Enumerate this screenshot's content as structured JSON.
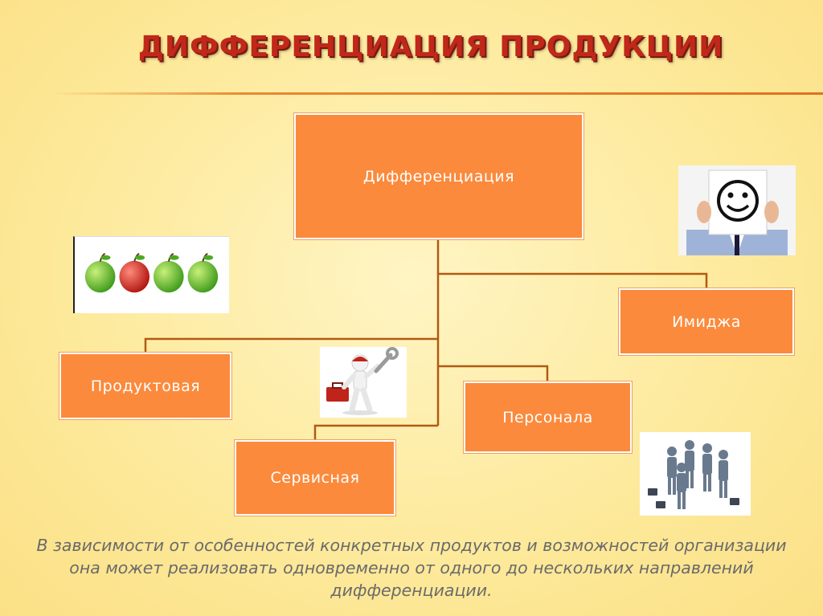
{
  "slide": {
    "title": "ДИФФЕРЕНЦИАЦИЯ ПРОДУКЦИИ",
    "footer": "В зависимости от особенностей конкретных продуктов и возможностей организации она может реализовать одновременно от одного до нескольких направлений дифференциации."
  },
  "diagram": {
    "root": "Дифференциация",
    "branches": {
      "image": "Имиджа",
      "product": "Продуктовая",
      "personnel": "Персонала",
      "service": "Сервисная"
    }
  },
  "colors": {
    "box_fill": "#fb8a3c",
    "connector": "#b25a12",
    "title": "#c0281a"
  },
  "pictures": {
    "apples": "apples-picture",
    "smiley": "smiley-face-sign-picture",
    "repairman": "3d-man-with-toolbox-and-wrench-picture",
    "team": "group-of-business-figures-picture"
  }
}
